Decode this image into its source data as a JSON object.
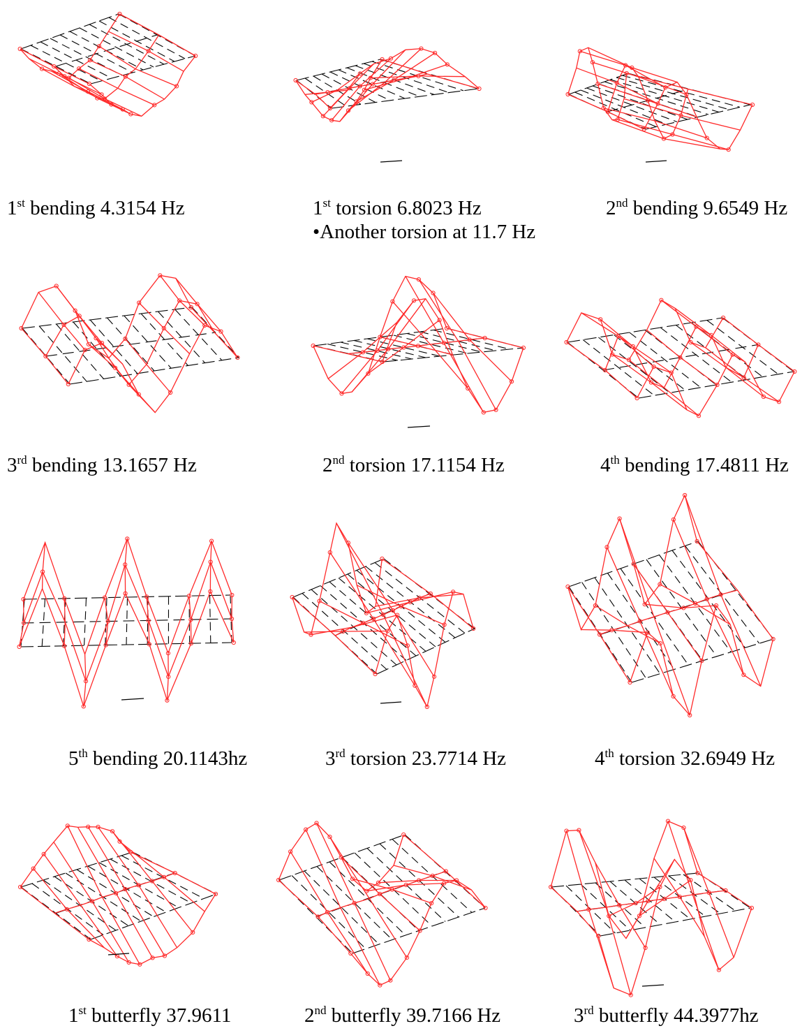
{
  "colors": {
    "deformed": "#ff2a2a",
    "undeformed": "#000000",
    "background": "#ffffff"
  },
  "note": "•Another torsion at 11.7 Hz",
  "modes": [
    {
      "ordinal": "1",
      "suffix": "st",
      "rest": " bending 4.3154  Hz"
    },
    {
      "ordinal": "1",
      "suffix": "st",
      "rest": " torsion 6.8023  Hz"
    },
    {
      "ordinal": "2",
      "suffix": "nd",
      "rest": " bending 9.6549  Hz"
    },
    {
      "ordinal": "3",
      "suffix": "rd",
      "rest": " bending 13.1657  Hz"
    },
    {
      "ordinal": "2",
      "suffix": "nd",
      "rest": " torsion 17.1154  Hz"
    },
    {
      "ordinal": "4",
      "suffix": "th",
      "rest": " bending 17.4811  Hz"
    },
    {
      "ordinal": "5",
      "suffix": "th",
      "rest": " bending 20.1143hz"
    },
    {
      "ordinal": "3",
      "suffix": "rd",
      "rest": " torsion 23.7714  Hz"
    },
    {
      "ordinal": "4",
      "suffix": "th",
      "rest": "  torsion 32.6949  Hz"
    },
    {
      "ordinal": "1",
      "suffix": "st",
      "rest": " butterfly 37.9611"
    },
    {
      "ordinal": "2",
      "suffix": "nd",
      "rest": " butterfly 39.7166  Hz"
    },
    {
      "ordinal": "3",
      "suffix": "rd",
      "rest": " butterfly 44.3977hz"
    }
  ]
}
